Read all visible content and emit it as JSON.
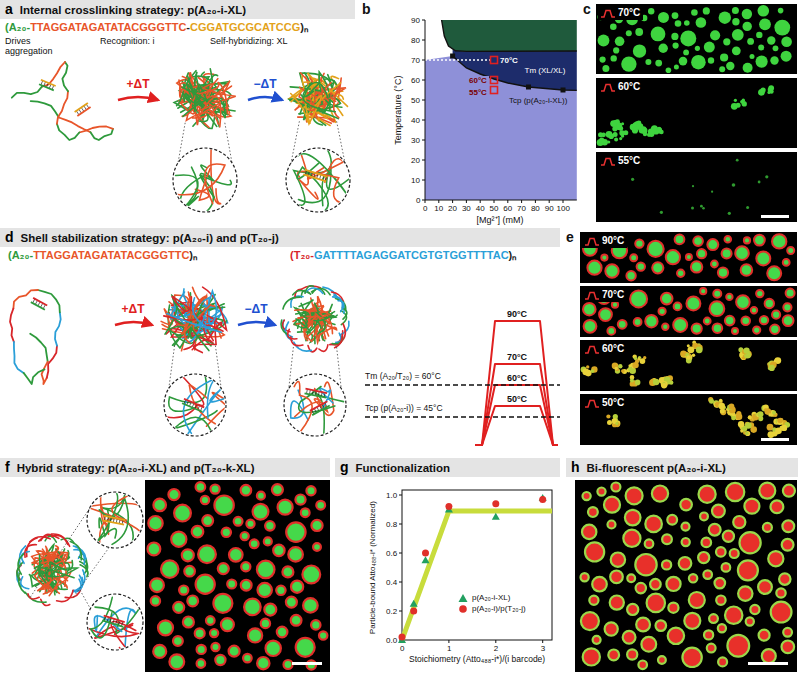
{
  "diagram": {
    "nodes": [
      {
        "text": [
          "a",
          "Internal crosslinking strategy: p(A₂₀-i-XL)"
        ]
      },
      {
        "text": [
          "70°C"
        ]
      },
      {
        "text": [
          "60°C"
        ]
      },
      {
        "text": [
          "55°C"
        ]
      },
      {
        "text": [
          "d",
          "Shell stabilization strategy: p(A₂₀-i) and p(T₂₀-j)"
        ]
      },
      {
        "text": [
          "90°C"
        ]
      },
      {
        "text": [
          "70°C"
        ]
      },
      {
        "text": [
          "60°C"
        ]
      },
      {
        "text": [
          "50°C"
        ]
      },
      {
        "text": [
          "f",
          "Hybrid strategy: p(A₂₀-i-XL) and p(T₂₀-k-XL)"
        ]
      },
      {
        "text": [
          "g",
          "Functionalization"
        ]
      },
      {
        "text": [
          "h",
          "Bi-fluorescent p(A₂₀-i-XL)"
        ]
      }
    ],
    "labels": [
      "(A₂₀-",
      "TTAGGATAGATATACGGGTTC",
      "-",
      "CGGATGCGCATCCG",
      ")ₙ",
      "Drives aggregation",
      "Recognition: i",
      "Self-hybridizing: XL",
      "+ΔT",
      "−ΔT",
      "b",
      "Temperature (°C)",
      "[Mg²⁺] (mM)",
      "0",
      "10",
      "20",
      "30",
      "40",
      "50",
      "60",
      "70",
      "80",
      "90",
      "0",
      "10",
      "20",
      "30",
      "40",
      "50",
      "60",
      "70",
      "80",
      "90",
      "100",
      "70°C",
      "60°C",
      "55°C",
      "Tm (XL/XL)",
      "Tcp (p(A₂₀-i-XL))",
      "c",
      "(A₂₀-",
      "TTAGGATAGATATACGGGTTC",
      ")ₙ",
      "(T₂₀-",
      "GATTTTAGAGGATCGTGTGGTTTTAC",
      ")ₙ",
      "+ΔT",
      "−ΔT",
      "Tm (A₂₀/T₂₀) = 60°C",
      "Tcp (p(A₂₀-i)) = 45°C",
      "90°C",
      "70°C",
      "60°C",
      "50°C",
      "e",
      "0.0",
      "0.2",
      "0.4",
      "0.6",
      "0.8",
      "1.0",
      "0",
      "1",
      "2",
      "3",
      "Particle-bound Atto₄₈₈-i* (Normalized)",
      "Stoichiometry (Atto₄₈₈-i*)/(i barcode)"
    ],
    "legend": [
      {
        "text": "p(A₂₀-i-XL)"
      },
      {
        "text": "p(A₂₀-i)/p(T₂₀-j)"
      }
    ]
  }
}
